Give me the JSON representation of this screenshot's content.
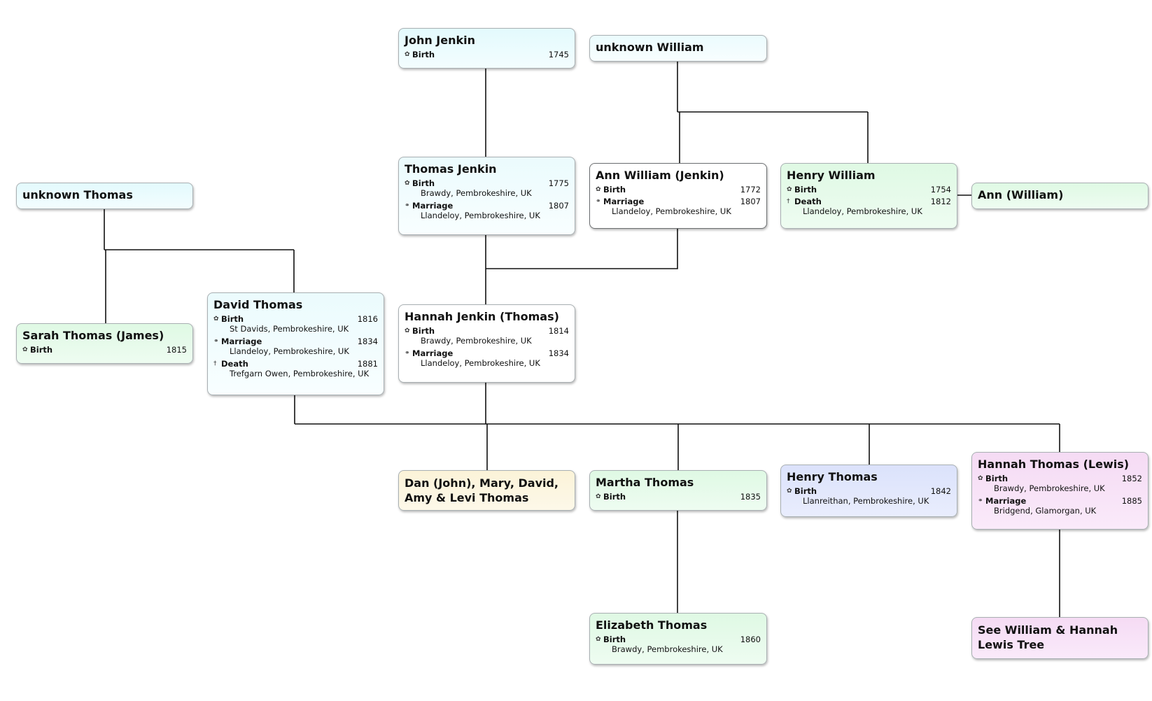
{
  "people": {
    "john_jenkin": {
      "name": "John Jenkin",
      "events": [
        {
          "icon": "birth-icon",
          "label": "Birth",
          "year": "1745"
        }
      ]
    },
    "unknown_william": {
      "name": "unknown William",
      "events": []
    },
    "thomas_jenkin": {
      "name": "Thomas Jenkin",
      "events": [
        {
          "icon": "birth-icon",
          "label": "Birth",
          "year": "1775",
          "place": "Brawdy, Pembrokeshire, UK"
        },
        {
          "icon": "marriage-icon",
          "label": "Marriage",
          "year": "1807",
          "place": "Llandeloy, Pembrokeshire, UK"
        }
      ]
    },
    "ann_william": {
      "name": "Ann William (Jenkin)",
      "events": [
        {
          "icon": "birth-icon",
          "label": "Birth",
          "year": "1772"
        },
        {
          "icon": "marriage-icon",
          "label": "Marriage",
          "year": "1807",
          "place": "Llandeloy, Pembrokeshire, UK"
        }
      ]
    },
    "henry_william": {
      "name": "Henry William",
      "events": [
        {
          "icon": "birth-icon",
          "label": "Birth",
          "year": "1754"
        },
        {
          "icon": "death-icon",
          "label": "Death",
          "year": "1812",
          "place": "Llandeloy, Pembrokeshire, UK"
        }
      ]
    },
    "ann_william_spouse": {
      "name": "Ann (William)",
      "events": []
    },
    "unknown_thomas": {
      "name": "unknown Thomas",
      "events": []
    },
    "david_thomas": {
      "name": "David Thomas",
      "events": [
        {
          "icon": "birth-icon",
          "label": "Birth",
          "year": "1816",
          "place": "St Davids, Pembrokeshire, UK"
        },
        {
          "icon": "marriage-icon",
          "label": "Marriage",
          "year": "1834",
          "place": "Llandeloy, Pembrokeshire, UK"
        },
        {
          "icon": "death-icon",
          "label": "Death",
          "year": "1881",
          "place": "Trefgarn Owen, Pembrokeshire, UK"
        }
      ]
    },
    "sarah_thomas": {
      "name": "Sarah Thomas (James)",
      "events": [
        {
          "icon": "birth-icon",
          "label": "Birth",
          "year": "1815"
        }
      ]
    },
    "hannah_jenkin": {
      "name": "Hannah Jenkin (Thomas)",
      "events": [
        {
          "icon": "birth-icon",
          "label": "Birth",
          "year": "1814",
          "place": "Brawdy, Pembrokeshire, UK"
        },
        {
          "icon": "marriage-icon",
          "label": "Marriage",
          "year": "1834",
          "place": "Llandeloy, Pembrokeshire, UK"
        }
      ]
    },
    "dan_group": {
      "name": "Dan (John), Mary, David, Amy & Levi Thomas",
      "events": []
    },
    "martha_thomas": {
      "name": "Martha Thomas",
      "events": [
        {
          "icon": "birth-icon",
          "label": "Birth",
          "year": "1835"
        }
      ]
    },
    "henry_thomas": {
      "name": "Henry Thomas",
      "events": [
        {
          "icon": "birth-icon",
          "label": "Birth",
          "year": "1842",
          "place": "Llanreithan, Pembrokeshire, UK"
        }
      ]
    },
    "hannah_thomas": {
      "name": "Hannah Thomas (Lewis)",
      "events": [
        {
          "icon": "birth-icon",
          "label": "Birth",
          "year": "1852",
          "place": "Brawdy, Pembrokeshire, UK"
        },
        {
          "icon": "marriage-icon",
          "label": "Marriage",
          "year": "1885",
          "place": "Bridgend, Glamorgan, UK"
        }
      ]
    },
    "elizabeth_thomas": {
      "name": "Elizabeth Thomas",
      "events": [
        {
          "icon": "birth-icon",
          "label": "Birth",
          "year": "1860",
          "place": "Brawdy, Pembrokeshire, UK"
        }
      ]
    },
    "see_lewis": {
      "name": "See William & Hannah Lewis Tree",
      "events": []
    }
  }
}
